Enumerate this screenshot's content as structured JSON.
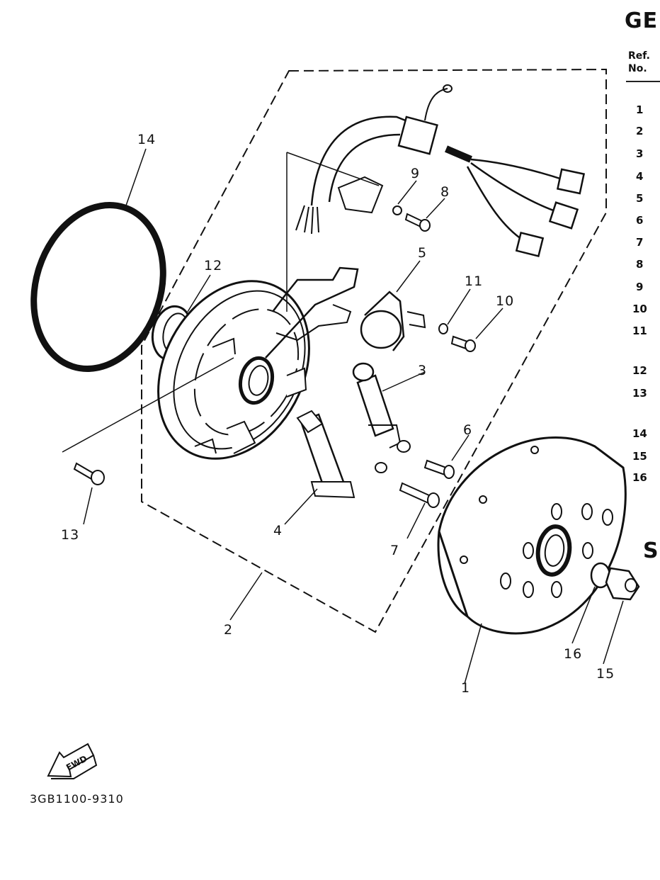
{
  "header": {
    "title": "GE",
    "ref_line1": "Ref.",
    "ref_line2": "No.",
    "ref_numbers": [
      "1",
      "2",
      "3",
      "4",
      "5",
      "6",
      "7",
      "8",
      "9",
      "10",
      "11",
      "12",
      "13",
      "14",
      "15",
      "16"
    ],
    "section_letter": "S"
  },
  "callouts": {
    "c1": "1",
    "c2": "2",
    "c3": "3",
    "c4": "4",
    "c5": "5",
    "c6": "6",
    "c7": "7",
    "c8": "8",
    "c9": "9",
    "c10": "10",
    "c11": "11",
    "c12": "12",
    "c13": "13",
    "c14": "14",
    "c15": "15",
    "c16": "16"
  },
  "fwd_label": "FWD",
  "drawing_code": "3GB1100-9310"
}
